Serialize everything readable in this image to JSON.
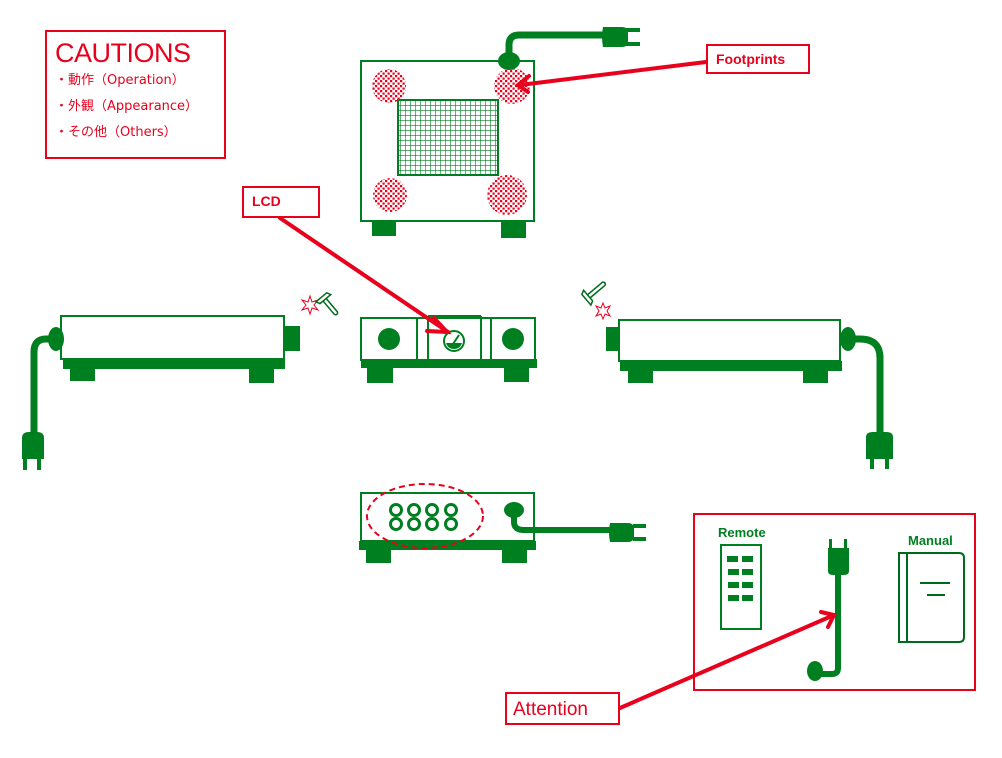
{
  "colors": {
    "device_green": "#007f20",
    "caution_red": "#e8001c"
  },
  "cautions": {
    "title": "CAUTIONS",
    "items": [
      "・動作（Operation）",
      "・外観（Appearance）",
      "・その他（Others）"
    ]
  },
  "callouts": {
    "footprints": "Footprints",
    "lcd": "LCD",
    "attention": "Attention"
  },
  "accessories": {
    "remote_label": "Remote",
    "manual_label": "Manual"
  },
  "views": {
    "bottom": {
      "name": "bottom-view",
      "icon": "footprint-grid-icon"
    },
    "front": {
      "name": "front-view",
      "icon": "lcd-gauge-icon"
    },
    "left": {
      "name": "left-side-view",
      "icon": "hammer-impact-icon"
    },
    "right": {
      "name": "right-side-view",
      "icon": "hammer-impact-icon"
    },
    "rear": {
      "name": "rear-view",
      "icon": "connector-cluster-icon"
    }
  }
}
